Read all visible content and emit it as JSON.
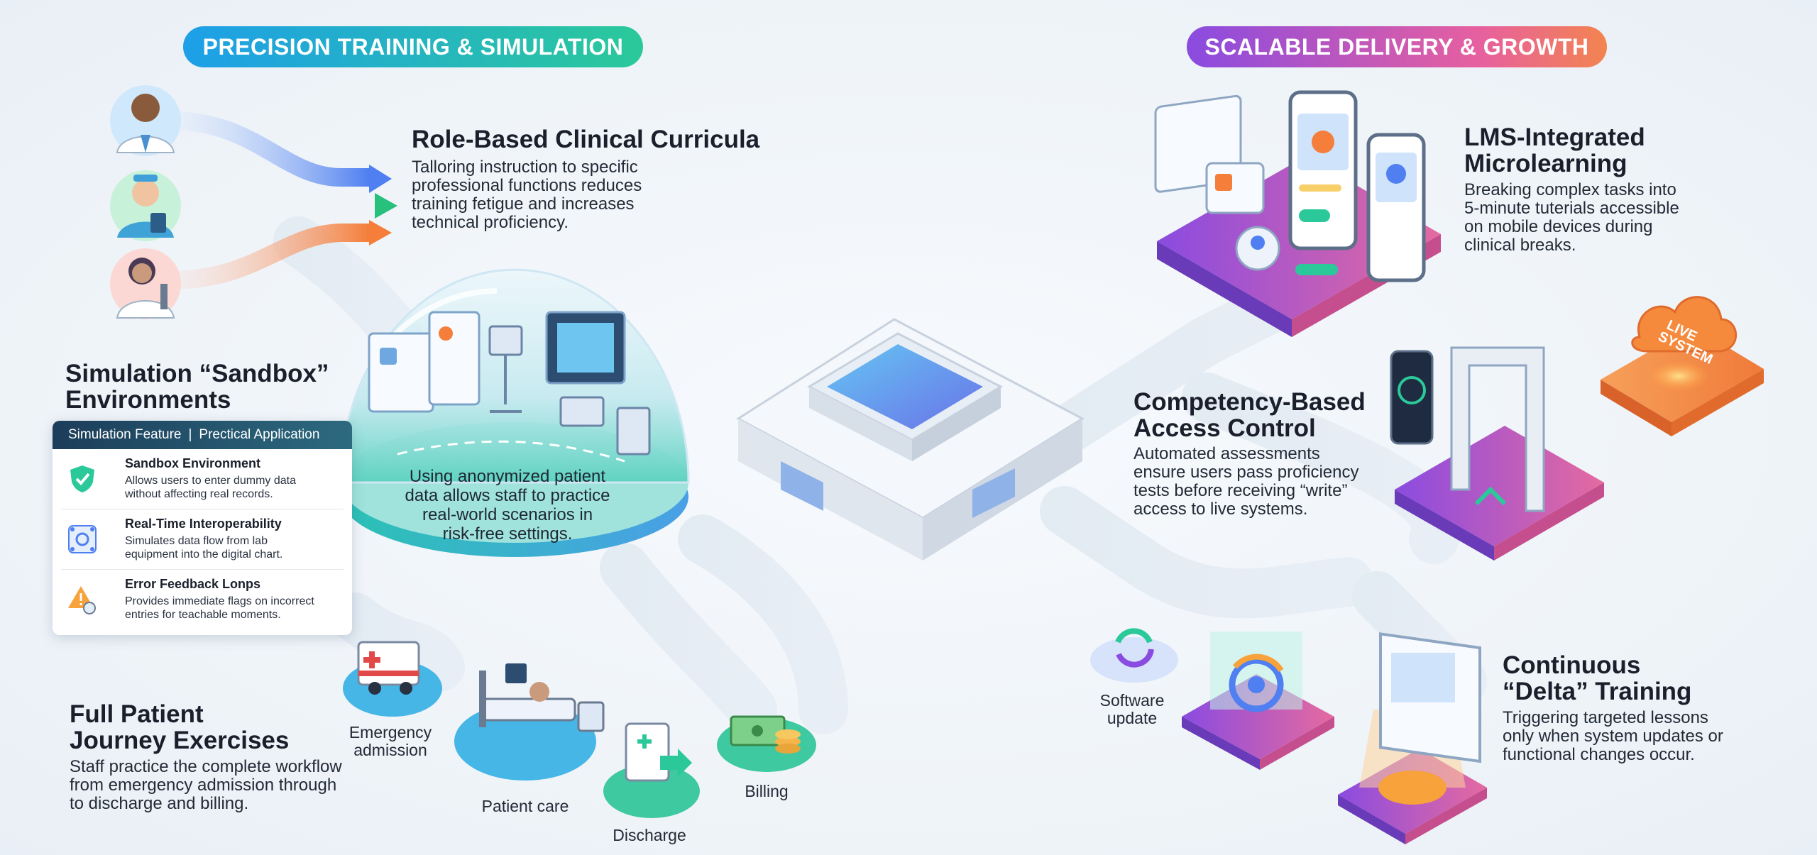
{
  "left_section": {
    "pill": "PRECISION TRAINING & SIMULATION"
  },
  "right_section": {
    "pill": "SCALABLE DELIVERY & GROWTH"
  },
  "role_based": {
    "title": "Role-Based Clinical Curricula",
    "body": [
      "Talloring instruction to specific",
      "professional functions reduces",
      "training fetigue and increases",
      "technical proficiency."
    ]
  },
  "sandbox": {
    "title": [
      "Simulation “Sandbox”",
      "Environments"
    ],
    "dome_text": [
      "Using anonymized patient",
      "data allows staff to practice",
      "real-world scenarios in",
      "risk-free settings."
    ],
    "table": {
      "headers": [
        "Simulation Feature",
        "Prectical Application"
      ],
      "rows": [
        {
          "icon": "shield-check-icon",
          "title": "Sandbox Environment",
          "desc": [
            "Allows users to enter dummy data",
            "without affecting real records."
          ]
        },
        {
          "icon": "network-gear-icon",
          "title": "Real-Time Interoperability",
          "desc": [
            "Simulates data flow from lab",
            "equipment into the digital chart."
          ]
        },
        {
          "icon": "warning-icon",
          "title": "Error Feedback Lonps",
          "desc": [
            "Provides immediate flags on incorrect",
            "entries for teachable moments."
          ]
        }
      ]
    }
  },
  "journey": {
    "title": [
      "Full Patient",
      "Journey Exercises"
    ],
    "body": [
      "Staff practice the complete workflow",
      "from emergency admission through",
      "to discharge and billing."
    ],
    "steps": [
      {
        "label": [
          "Emergency",
          "admission"
        ],
        "icon": "ambulance-icon"
      },
      {
        "label": [
          "Patient care"
        ],
        "icon": "hospital-bed-icon"
      },
      {
        "label": [
          "Discharge"
        ],
        "icon": "discharge-document-icon"
      },
      {
        "label": [
          "Billing"
        ],
        "icon": "money-icon"
      }
    ]
  },
  "lms": {
    "title": [
      "LMS-Integrated",
      "Microlearning"
    ],
    "body": [
      "Breaking complex tasks into",
      "5-minute tuterials accessible",
      "on mobile devices during",
      "clinical breaks."
    ]
  },
  "competency": {
    "title": [
      "Competency-Based",
      "Access Control"
    ],
    "body": [
      "Automated assessments",
      "ensure users pass proficiency",
      "tests before receiving “write”",
      "access to live systems."
    ],
    "live_badge": [
      "LIVE",
      "SYSTEM"
    ]
  },
  "delta": {
    "title": [
      "Continuous",
      "“Delta” Training"
    ],
    "body": [
      "Triggering targeted lessons",
      "only when system updates or",
      "functional changes occur."
    ],
    "software_update": [
      "Software",
      "update"
    ]
  },
  "colors": {
    "teal": "#2bc99a",
    "blue": "#1e9fe8",
    "purple": "#8a4be0",
    "orange": "#f3844f"
  }
}
